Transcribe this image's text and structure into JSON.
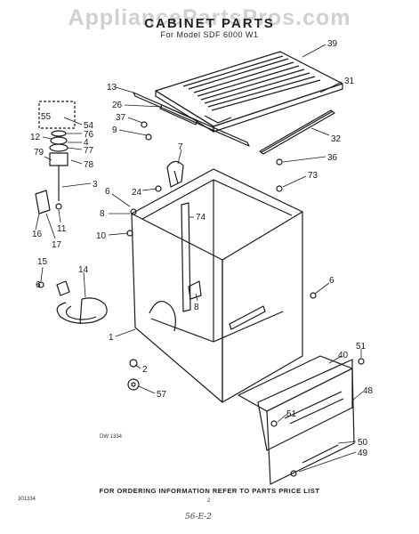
{
  "header": {
    "watermark": "AppliancePartsPros.com",
    "title": "CABINET PARTS",
    "subtitle": "For Model SDF 6000 W1"
  },
  "footer": {
    "notice": "FOR ORDERING INFORMATION REFER TO PARTS PRICE LIST",
    "page_number": "2",
    "drawing_code": "DW 1334",
    "left_code": "301334",
    "signature": "56-E-2"
  },
  "callouts": [
    {
      "id": "c39",
      "label": "39"
    },
    {
      "id": "c31",
      "label": "31"
    },
    {
      "id": "c13",
      "label": "13"
    },
    {
      "id": "c26",
      "label": "26"
    },
    {
      "id": "c37",
      "label": "37"
    },
    {
      "id": "c9",
      "label": "9"
    },
    {
      "id": "c32",
      "label": "32"
    },
    {
      "id": "c55",
      "label": "55"
    },
    {
      "id": "c54",
      "label": "54"
    },
    {
      "id": "c76",
      "label": "76"
    },
    {
      "id": "c12",
      "label": "12"
    },
    {
      "id": "c4",
      "label": "4"
    },
    {
      "id": "c77",
      "label": "77"
    },
    {
      "id": "c79",
      "label": "79"
    },
    {
      "id": "c78",
      "label": "78"
    },
    {
      "id": "c7",
      "label": "7"
    },
    {
      "id": "c36",
      "label": "36"
    },
    {
      "id": "c3",
      "label": "3"
    },
    {
      "id": "c73",
      "label": "73"
    },
    {
      "id": "c24",
      "label": "24"
    },
    {
      "id": "c6a",
      "label": "6"
    },
    {
      "id": "c8a",
      "label": "8"
    },
    {
      "id": "c74",
      "label": "74"
    },
    {
      "id": "c11",
      "label": "11"
    },
    {
      "id": "c16",
      "label": "16"
    },
    {
      "id": "c17",
      "label": "17"
    },
    {
      "id": "c10",
      "label": "10"
    },
    {
      "id": "c15",
      "label": "15"
    },
    {
      "id": "c14",
      "label": "14"
    },
    {
      "id": "c6b",
      "label": "6"
    },
    {
      "id": "c6c",
      "label": "6"
    },
    {
      "id": "c8b",
      "label": "8"
    },
    {
      "id": "c1",
      "label": "1"
    },
    {
      "id": "c51a",
      "label": "51"
    },
    {
      "id": "c40",
      "label": "40"
    },
    {
      "id": "c2",
      "label": "2"
    },
    {
      "id": "c48",
      "label": "48"
    },
    {
      "id": "c57",
      "label": "57"
    },
    {
      "id": "c51b",
      "label": "51"
    },
    {
      "id": "c50",
      "label": "50"
    },
    {
      "id": "c49",
      "label": "49"
    }
  ]
}
